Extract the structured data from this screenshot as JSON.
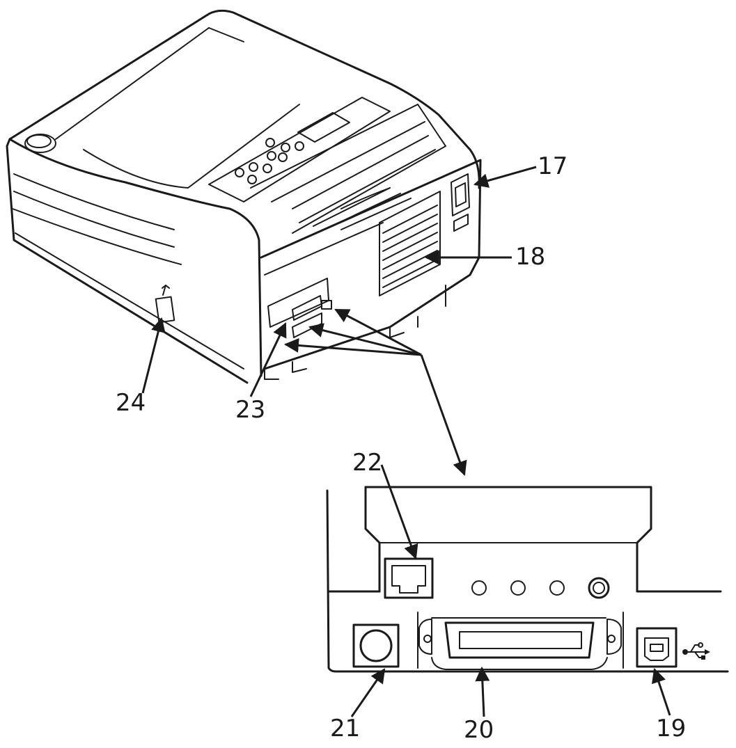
{
  "callouts": {
    "c17": "17",
    "c18": "18",
    "c19": "19",
    "c20": "20",
    "c21": "21",
    "c22": "22",
    "c23": "23",
    "c24": "24"
  },
  "icons": {
    "usb": "usb-icon"
  },
  "colors": {
    "ink": "#1a1a1a",
    "paper": "#ffffff"
  }
}
